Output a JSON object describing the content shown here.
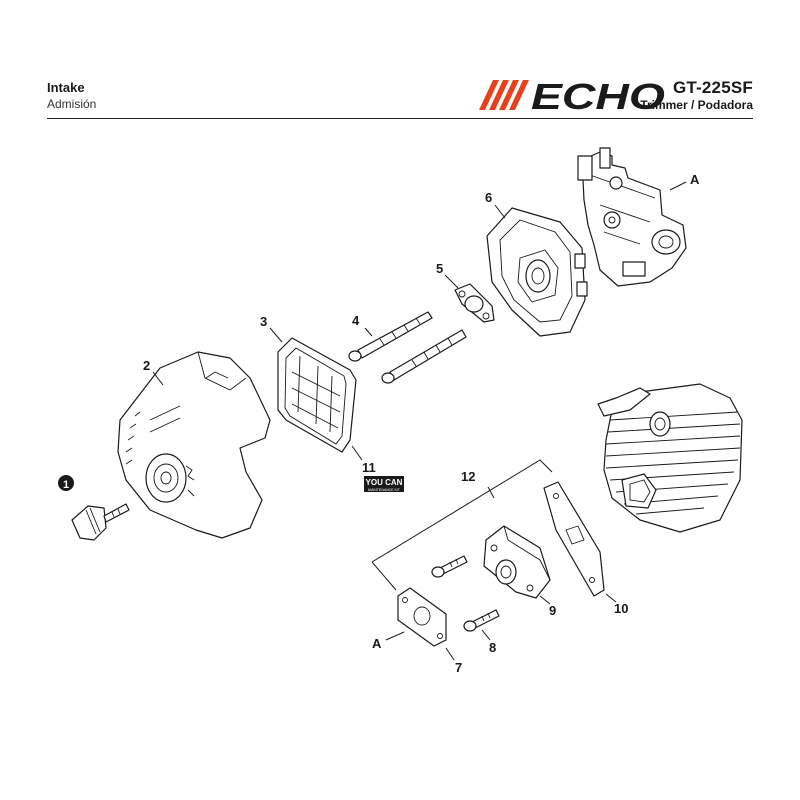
{
  "header": {
    "title_en": "Intake",
    "title_es": "Admisión",
    "brand": "ECHO",
    "model": "GT-225SF",
    "product": "Trimmer / Podadora"
  },
  "colors": {
    "brand_red": "#e8401c",
    "ink": "#1a1a1a"
  },
  "callouts": {
    "c1": "1",
    "c2": "2",
    "c3": "3",
    "c4": "4",
    "c5": "5",
    "c6": "6",
    "c7": "7",
    "c8": "8",
    "c9": "9",
    "c10": "10",
    "c11": "11",
    "c12": "12",
    "ref_a_top": "A",
    "ref_a_bottom": "A"
  },
  "kit_badge": {
    "line1": "YOU CAN",
    "line2": "MAINTENANCE KIT"
  }
}
